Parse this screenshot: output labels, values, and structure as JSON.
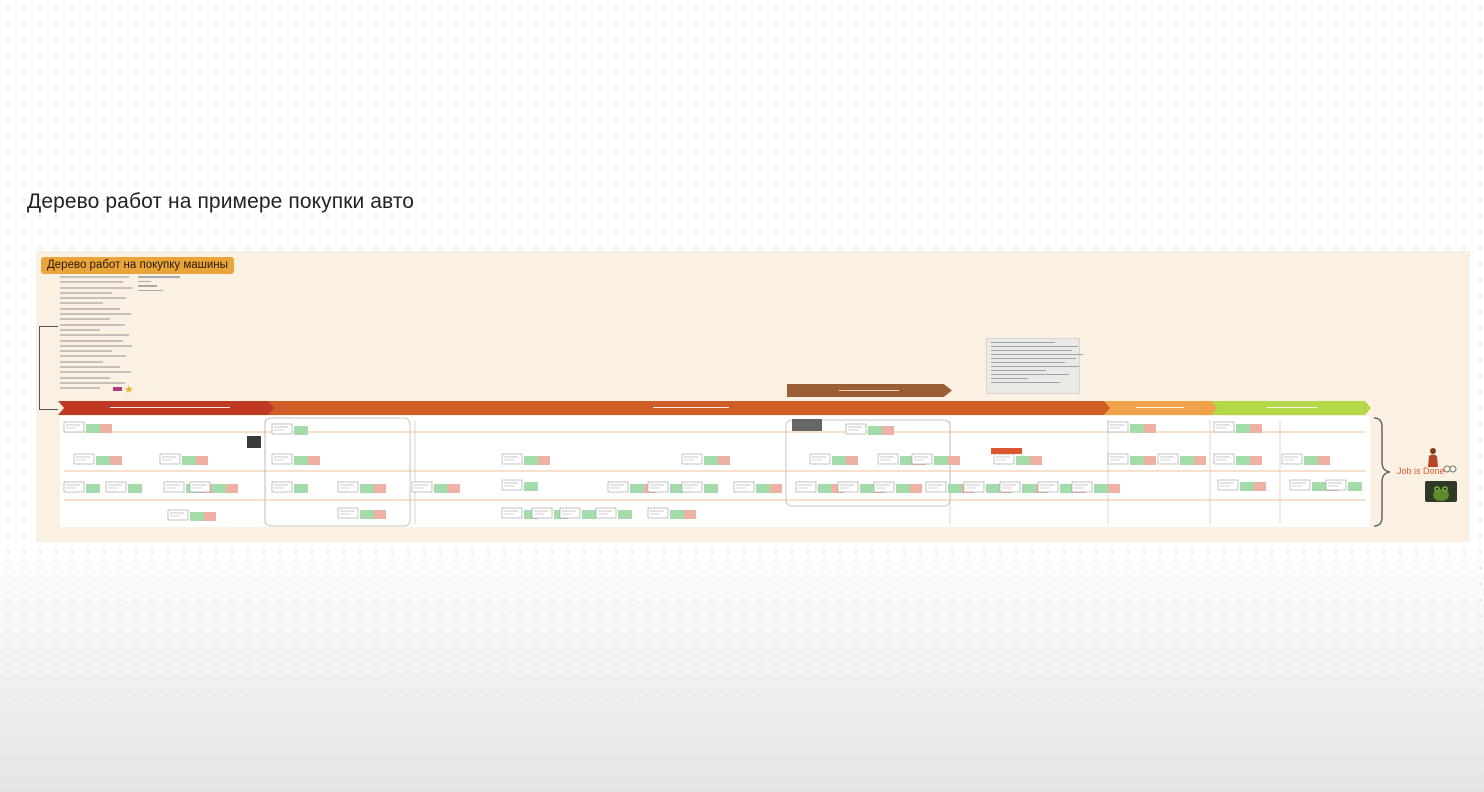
{
  "slide": {
    "title": "Дерево работ на примере покупки авто"
  },
  "board": {
    "title": "Дерево работ на покупку машины",
    "end_label": "Job is Done",
    "colors": {
      "background": "#fbf1e2",
      "stage_1": "#bf3a24",
      "stage_2": "#cf5d27",
      "stage_3": "#eea24a",
      "stage_4": "#b5d84b",
      "milestone": "#9b5e35",
      "card_red": "#efb1a5",
      "card_green": "#a4dbab"
    }
  }
}
